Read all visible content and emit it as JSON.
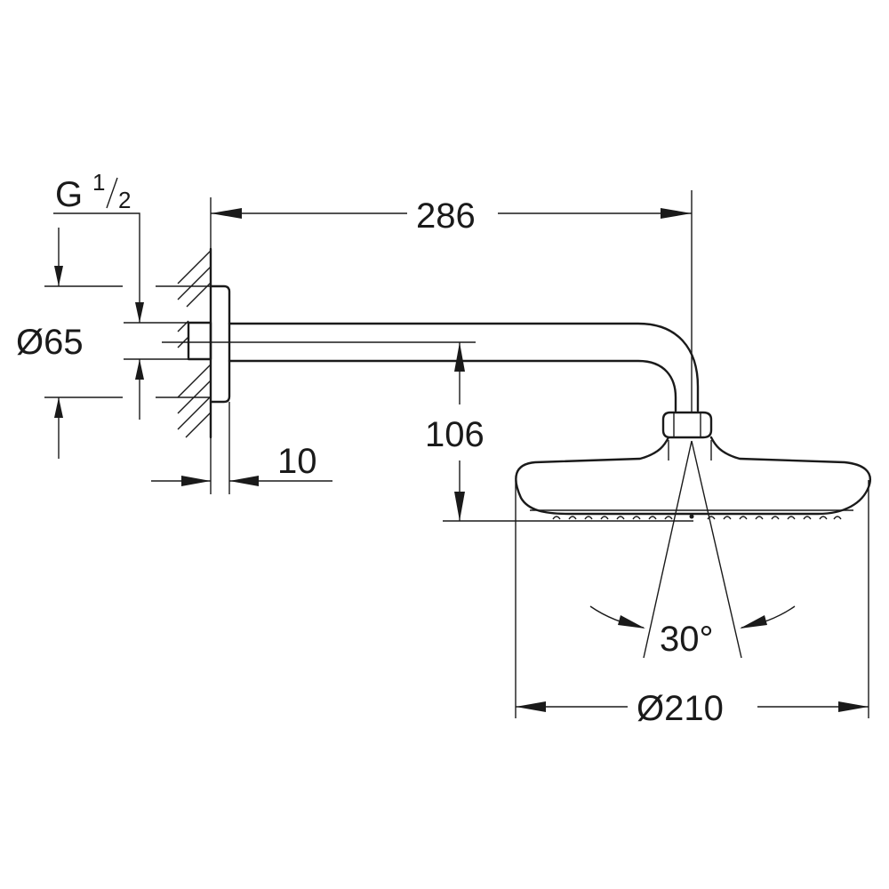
{
  "dimensions": {
    "thread": "G",
    "thread_num": "1",
    "thread_den": "2",
    "flange_dia": "Ø65",
    "arm_length": "286",
    "drop_height": "106",
    "wall_gap": "10",
    "spray_angle": "30°",
    "head_dia": "Ø210"
  }
}
